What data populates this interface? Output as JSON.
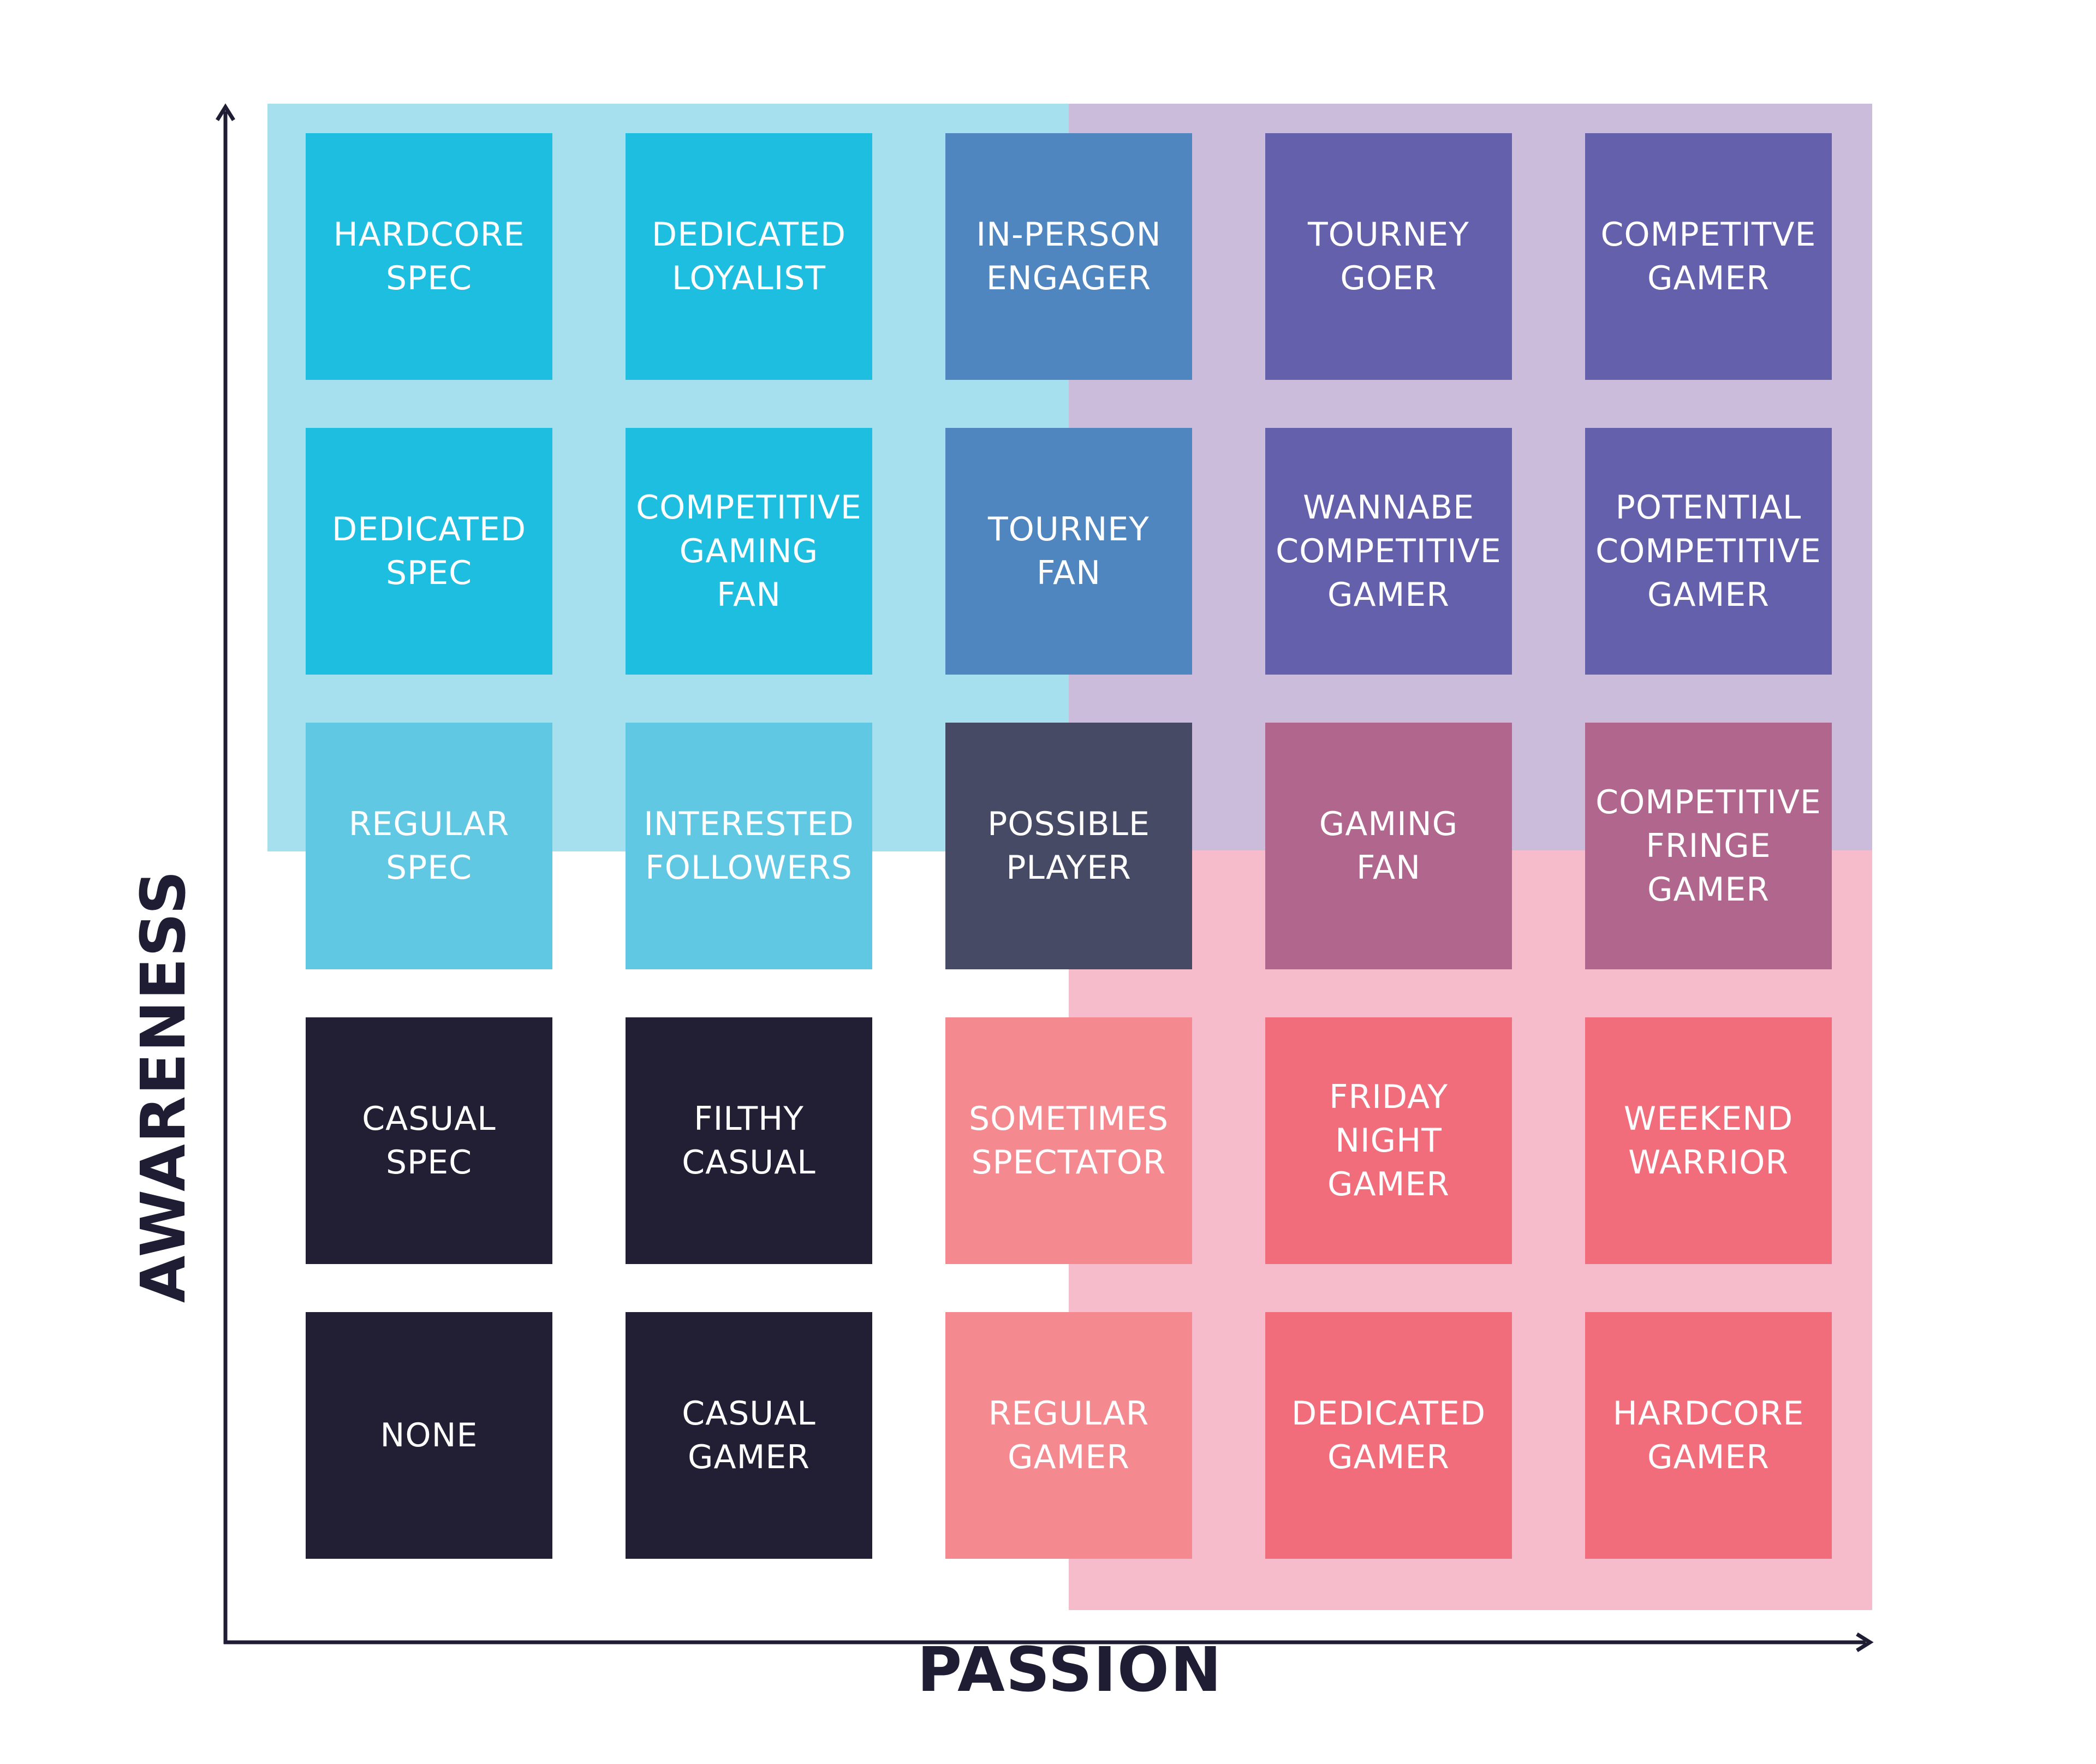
{
  "axes": {
    "x_label": "PASSION",
    "y_label": "AWARENESS"
  },
  "colors": {
    "region_spectator": "#a6dfed",
    "region_competitive": "#cbbcdc",
    "region_gamer": "#f7bccb",
    "axis": "#1f1d33",
    "tile_text": "#ffffff"
  },
  "grid": {
    "rows": [
      [
        {
          "label": "HARDCORE\nSPEC",
          "color": "#1dbedf"
        },
        {
          "label": "DEDICATED\nLOYALIST",
          "color": "#1dbedf"
        },
        {
          "label": "IN-PERSON\nENGAGER",
          "color": "#5086bf"
        },
        {
          "label": "TOURNEY\nGOER",
          "color": "#6460ab"
        },
        {
          "label": "COMPETITVE\nGAMER",
          "color": "#6460ab"
        }
      ],
      [
        {
          "label": "DEDICATED\nSPEC",
          "color": "#1dbedf"
        },
        {
          "label": "COMPETITIVE\nGAMING\nFAN",
          "color": "#1dbedf"
        },
        {
          "label": "TOURNEY\nFAN",
          "color": "#5086bf"
        },
        {
          "label": "WANNABE\nCOMPETITIVE\nGAMER",
          "color": "#6460ab"
        },
        {
          "label": "POTENTIAL\nCOMPETITIVE\nGAMER",
          "color": "#6460ab"
        }
      ],
      [
        {
          "label": "REGULAR\nSPEC",
          "color": "#60c8e2"
        },
        {
          "label": "INTERESTED\nFOLLOWERS",
          "color": "#60c8e2"
        },
        {
          "label": "POSSIBLE\nPLAYER",
          "color": "#474a64"
        },
        {
          "label": "GAMING\nFAN",
          "color": "#b0668d"
        },
        {
          "label": "COMPETITIVE\nFRINGE\nGAMER",
          "color": "#b0668d"
        }
      ],
      [
        {
          "label": "CASUAL\nSPEC",
          "color": "#221e34"
        },
        {
          "label": "FILTHY\nCASUAL",
          "color": "#221e34"
        },
        {
          "label": "SOMETIMES\nSPECTATOR",
          "color": "#f48a90"
        },
        {
          "label": "FRIDAY\nNIGHT\nGAMER",
          "color": "#f26d7b"
        },
        {
          "label": "WEEKEND\nWARRIOR",
          "color": "#f26d7b"
        }
      ],
      [
        {
          "label": "NONE",
          "color": "#221e34"
        },
        {
          "label": "CASUAL\nGAMER",
          "color": "#221e34"
        },
        {
          "label": "REGULAR\nGAMER",
          "color": "#f48a90"
        },
        {
          "label": "DEDICATED\nGAMER",
          "color": "#f26d7b"
        },
        {
          "label": "HARDCORE\nGAMER",
          "color": "#f26d7b"
        }
      ]
    ]
  }
}
